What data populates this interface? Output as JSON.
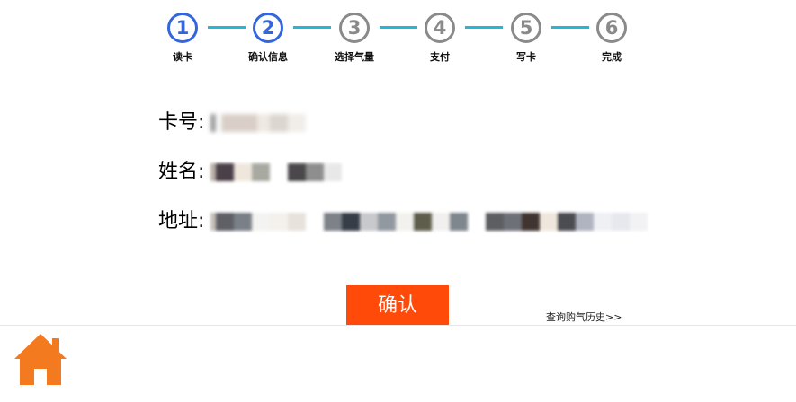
{
  "steps": [
    {
      "num": "1",
      "label": "读卡",
      "active": true
    },
    {
      "num": "2",
      "label": "确认信息",
      "active": true
    },
    {
      "num": "3",
      "label": "选择气量",
      "active": false
    },
    {
      "num": "4",
      "label": "支付",
      "active": false
    },
    {
      "num": "5",
      "label": "写卡",
      "active": false
    },
    {
      "num": "6",
      "label": "完成",
      "active": false
    }
  ],
  "fields": {
    "card_label": "卡号:",
    "name_label": "姓名:",
    "address_label": "地址:"
  },
  "confirm_label": "确认",
  "history_link": "查询购气历史>>",
  "colors": {
    "active": "#3366dd",
    "inactive": "#8a8a8a",
    "connector": "#25b7d3",
    "accent": "#ff4a0a"
  },
  "icons": {
    "home": "home-icon"
  }
}
